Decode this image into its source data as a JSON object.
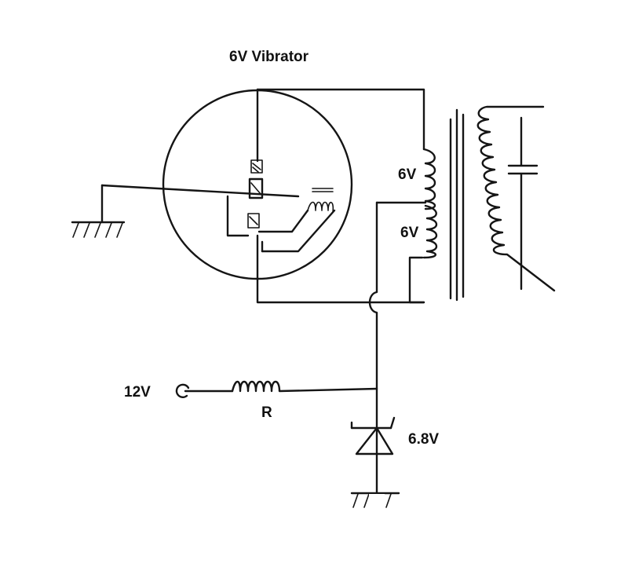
{
  "diagram": {
    "title": "6V Vibrator",
    "labels": {
      "primary_upper": "6V",
      "primary_lower": "6V",
      "input_voltage": "12V",
      "resistor": "R",
      "zener": "6.8V"
    }
  }
}
